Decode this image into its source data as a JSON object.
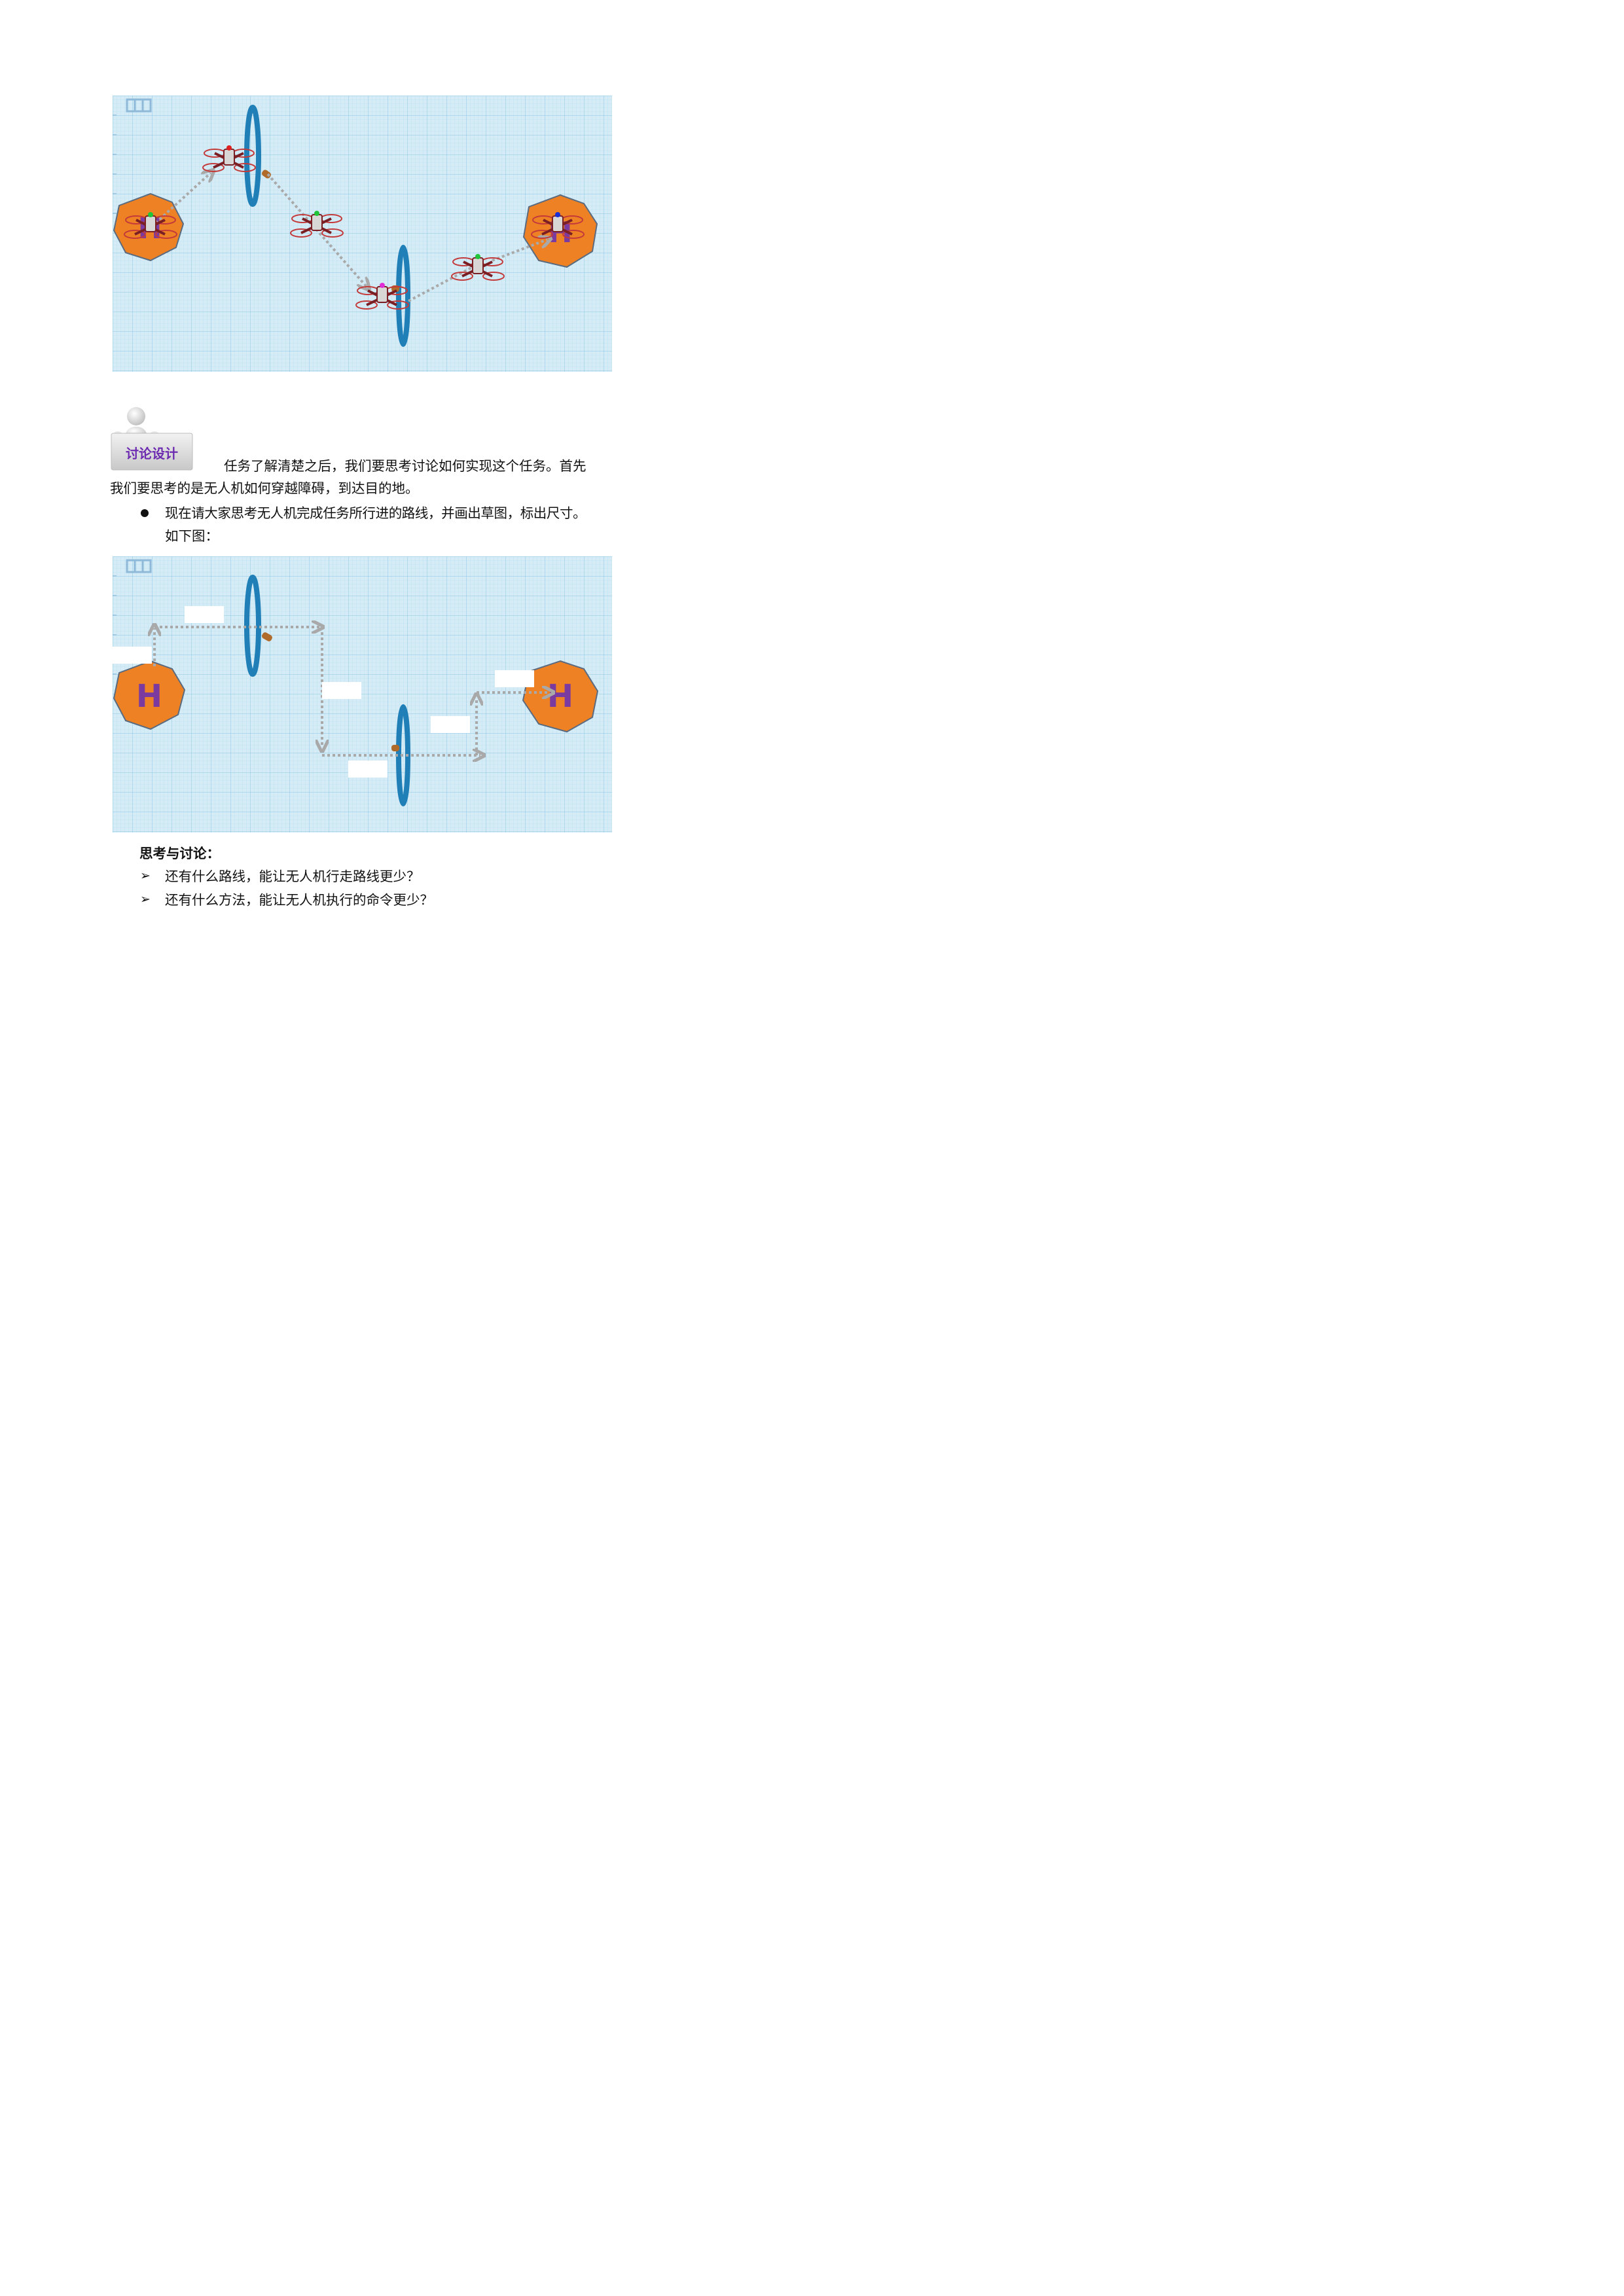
{
  "figure1": {
    "start_pad": "H",
    "end_pad": "H",
    "drones": [
      {
        "label": "drone-start",
        "led": "#22c43a"
      },
      {
        "label": "drone-before-ring1",
        "led": "#e02020"
      },
      {
        "label": "drone-middle",
        "led": "#22c43a"
      },
      {
        "label": "drone-at-ring2",
        "led": "#e02fd6"
      },
      {
        "label": "drone-after-ring2",
        "led": "#22c43a"
      },
      {
        "label": "drone-end",
        "led": "#1b2fd6"
      }
    ]
  },
  "discussion_badge": {
    "label": "讨论设计"
  },
  "paragraph": {
    "line1": "任务了解清楚之后，我们要思考讨论如何实现这个任务。首先",
    "line2": "我们要思考的是无人机如何穿越障碍，到达目的地。"
  },
  "bullet": {
    "line1": "现在请大家思考无人机完成任务所行进的路线，并画出草图，标出尺寸。",
    "line2": "如下图："
  },
  "figure2": {
    "start_pad": "H",
    "end_pad": "H",
    "dimension_boxes": [
      "",
      "",
      "",
      "",
      "",
      ""
    ]
  },
  "questions": {
    "heading": "思考与讨论：",
    "items": [
      "还有什么路线，能让无人机行走路线更少？",
      "还有什么方法，能让无人机执行的命令更少？"
    ]
  },
  "colors": {
    "grid_bg": "#cfe8f5",
    "grid_line": "#9fd0ea",
    "pad_orange": "#ee8124",
    "pad_letter": "#7a3aa0",
    "ring_blue": "#1f7fb6",
    "path_gray": "#a9a9a9"
  }
}
